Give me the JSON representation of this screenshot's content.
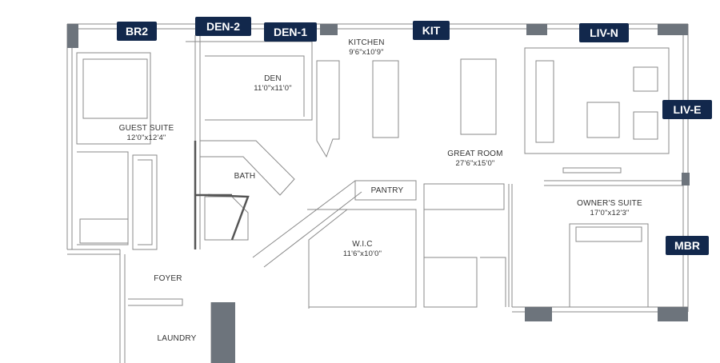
{
  "rooms": {
    "guest_suite": {
      "name": "GUEST SUITE",
      "dim": "12'0\"x12'4\""
    },
    "den": {
      "name": "DEN",
      "dim": "11'0\"x11'0\""
    },
    "kitchen": {
      "name": "KITCHEN",
      "dim": "9'6\"x10'9\""
    },
    "bath": {
      "name": "BATH"
    },
    "great_room": {
      "name": "GREAT ROOM",
      "dim": "27'6\"x15'0\""
    },
    "pantry": {
      "name": "PANTRY"
    },
    "owners_suite": {
      "name": "OWNER'S SUITE",
      "dim": "17'0\"x12'3\""
    },
    "wic": {
      "name": "W.I.C",
      "dim": "11'6\"x10'0\""
    },
    "foyer": {
      "name": "FOYER"
    },
    "laundry": {
      "name": "LAUNDRY"
    }
  },
  "tags": {
    "br2": "BR2",
    "den2": "DEN-2",
    "den1": "DEN-1",
    "kit": "KIT",
    "livn": "LIV-N",
    "live": "LIV-E",
    "mbr": "MBR"
  },
  "colors": {
    "tag_bg": "#12284c",
    "wall": "#555555",
    "window_block": "#6d747c",
    "line": "#8a8a8a"
  }
}
